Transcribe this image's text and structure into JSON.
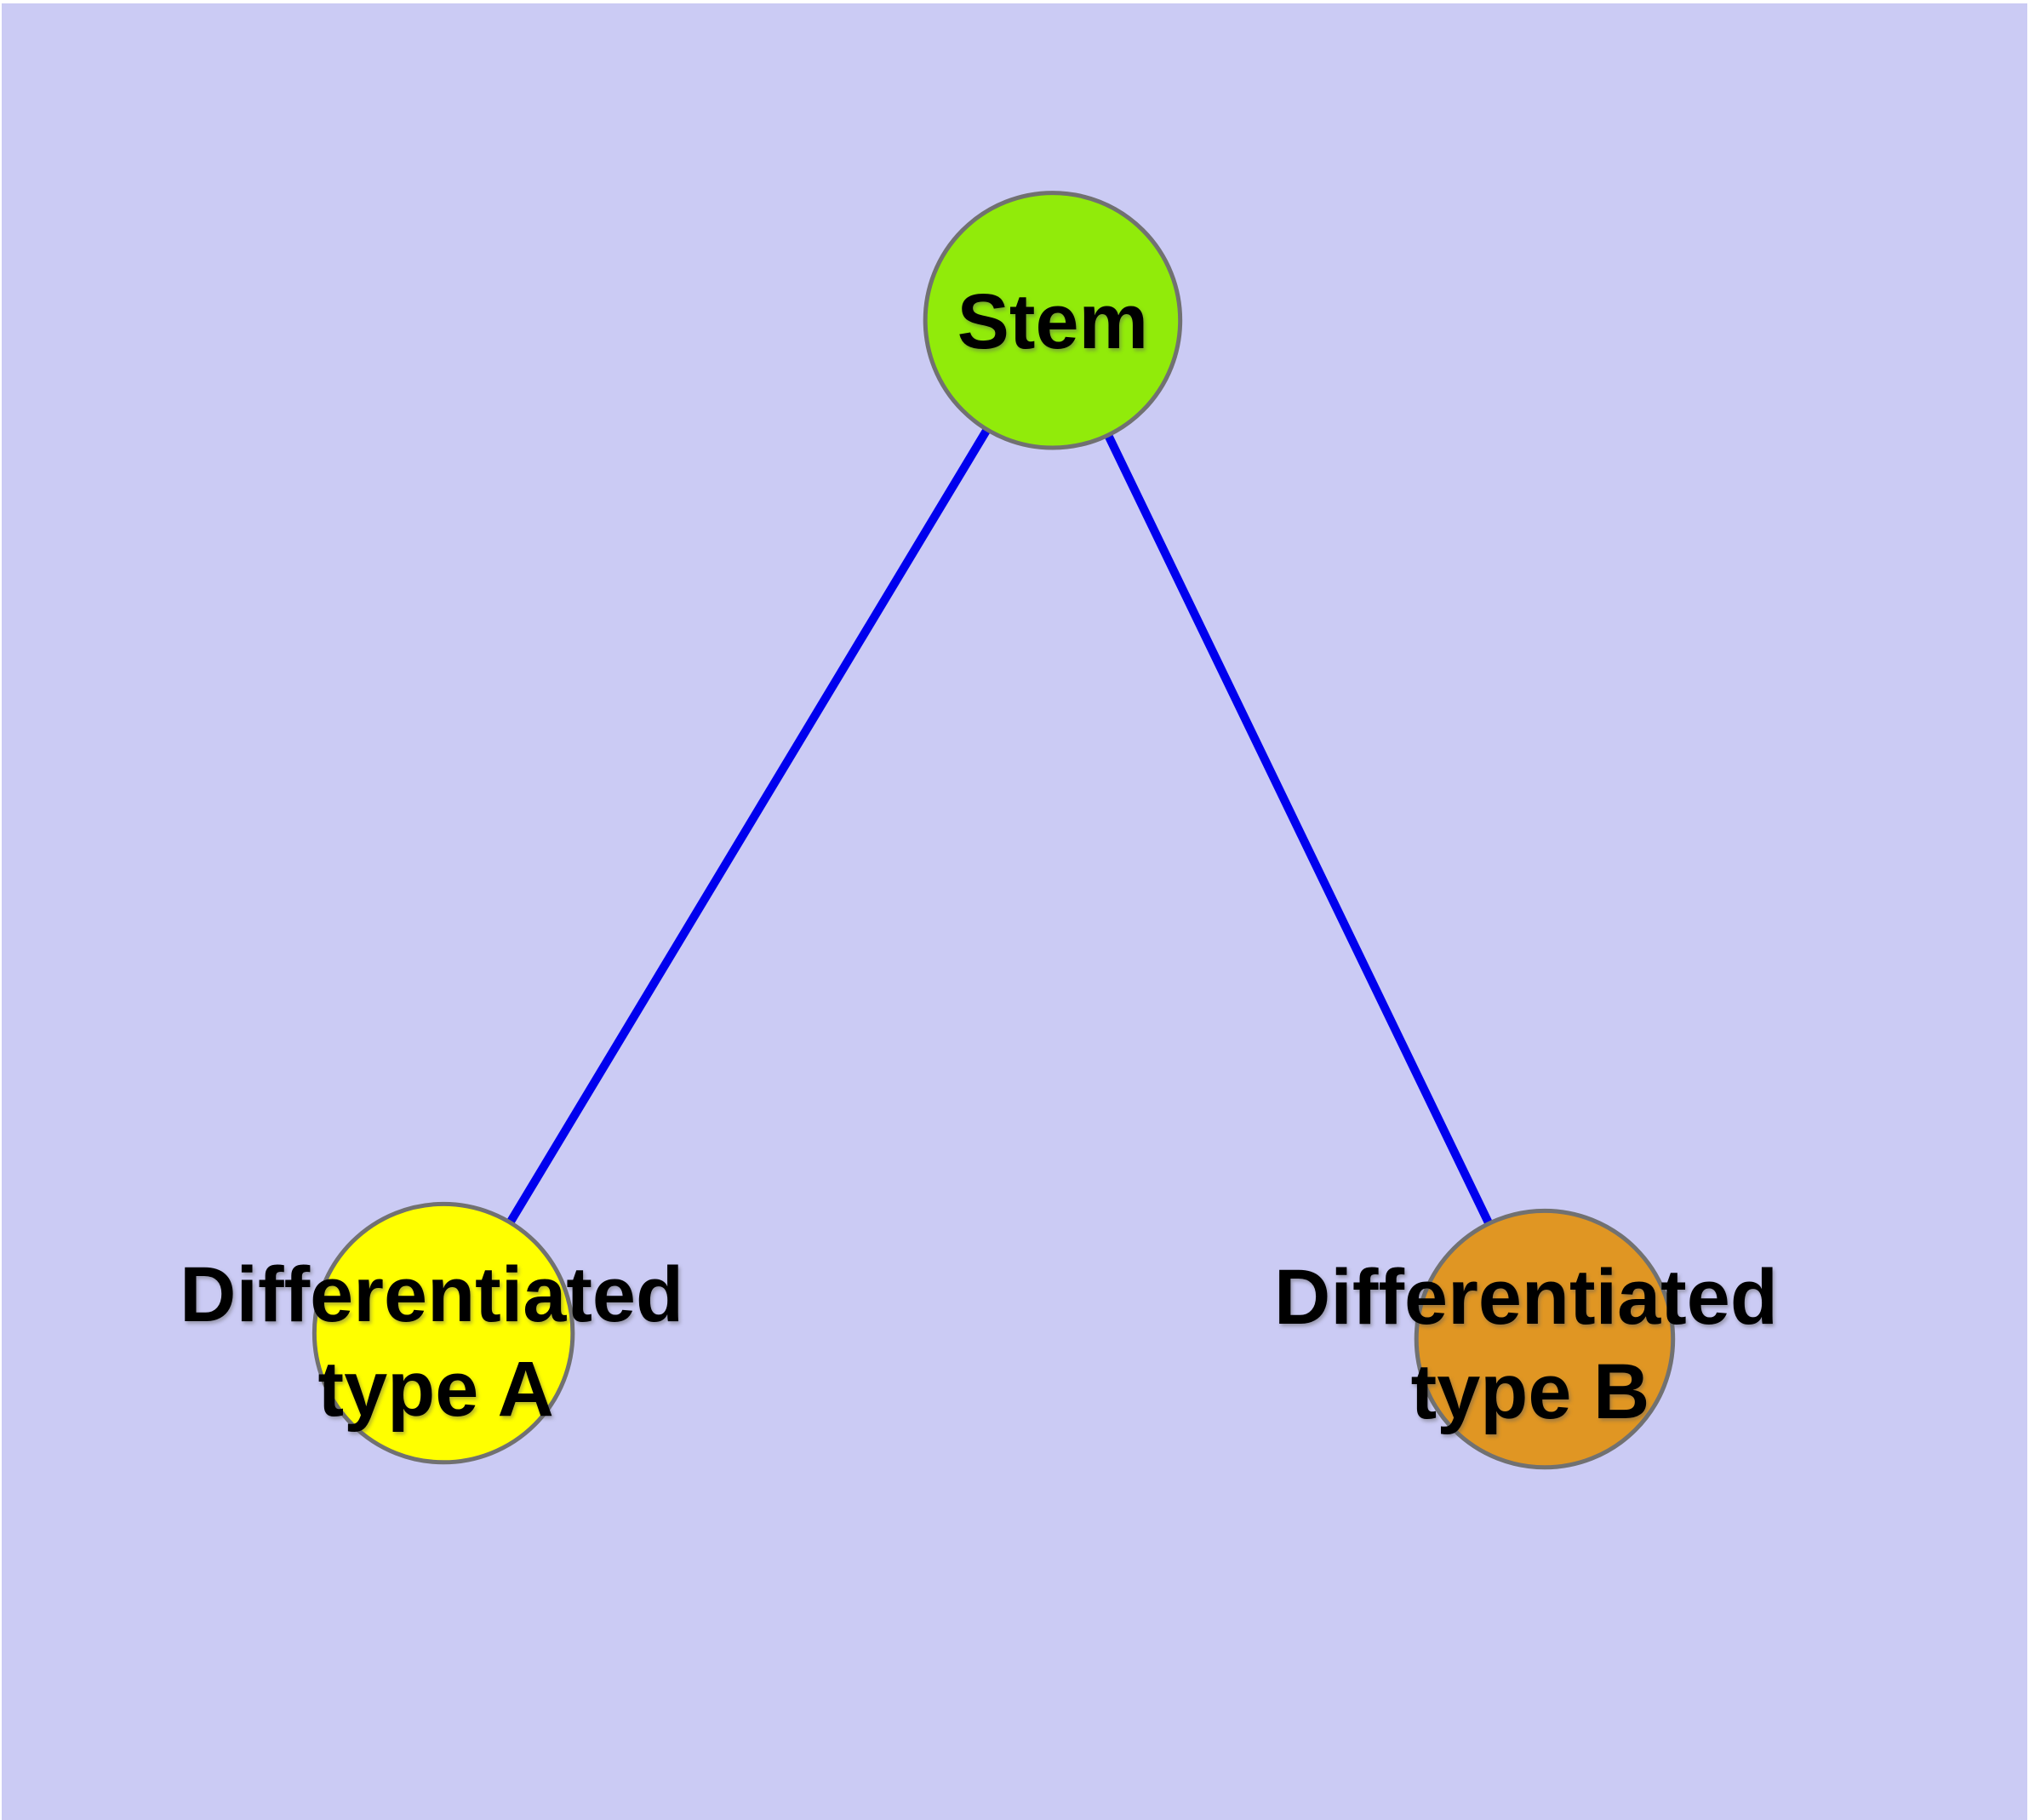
{
  "diagram": {
    "title": "Stem cell differentiation diagram",
    "background_color": "#CBCBF4",
    "node_border_color": "#717171",
    "edge_color": "#0000EE",
    "text_color": "#000000",
    "nodes": {
      "stem": {
        "label": "Stem",
        "fill": "#91EB0A"
      },
      "type_a": {
        "label_line1": "Differentiated",
        "label_line2": "type A",
        "fill": "#FFFF00"
      },
      "type_b": {
        "label_line1": "Differentiated",
        "label_line2": "type B",
        "fill": "#E09623"
      }
    },
    "edges": [
      {
        "from": "Stem",
        "to": "Differentiated type A"
      },
      {
        "from": "Stem",
        "to": "Differentiated type B"
      }
    ]
  }
}
